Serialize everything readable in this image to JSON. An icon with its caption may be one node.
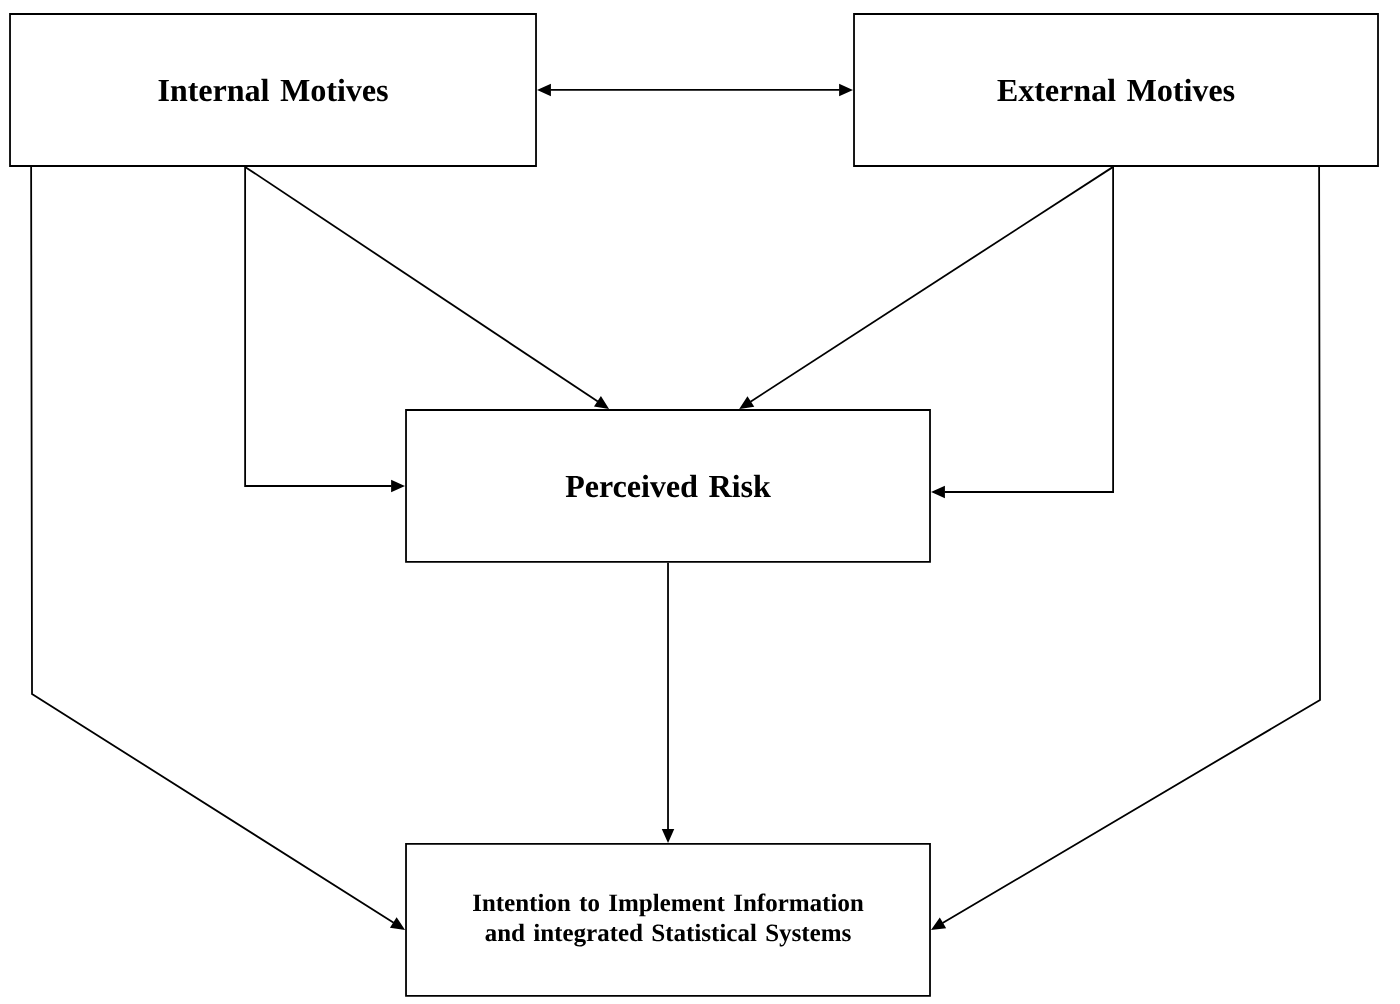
{
  "diagram": {
    "nodes": [
      {
        "text": [
          "Internal Motives"
        ]
      },
      {
        "text": [
          "External Motives"
        ]
      },
      {
        "text": [
          "Perceived Risk"
        ]
      },
      {
        "text": [
          "Intention to Implement Information and integrated Statistical Systems"
        ]
      }
    ],
    "edges": [
      {
        "from": 0,
        "to": 1,
        "arrow": "both"
      },
      {
        "from": 0,
        "to": 2,
        "arrow": "to"
      },
      {
        "from": 0,
        "to": 2,
        "arrow": "to"
      },
      {
        "from": 1,
        "to": 2,
        "arrow": "to"
      },
      {
        "from": 1,
        "to": 2,
        "arrow": "to"
      },
      {
        "from": 2,
        "to": 3,
        "arrow": "to"
      },
      {
        "from": 0,
        "to": 3,
        "arrow": "to"
      },
      {
        "from": 1,
        "to": 3,
        "arrow": "to"
      }
    ]
  }
}
